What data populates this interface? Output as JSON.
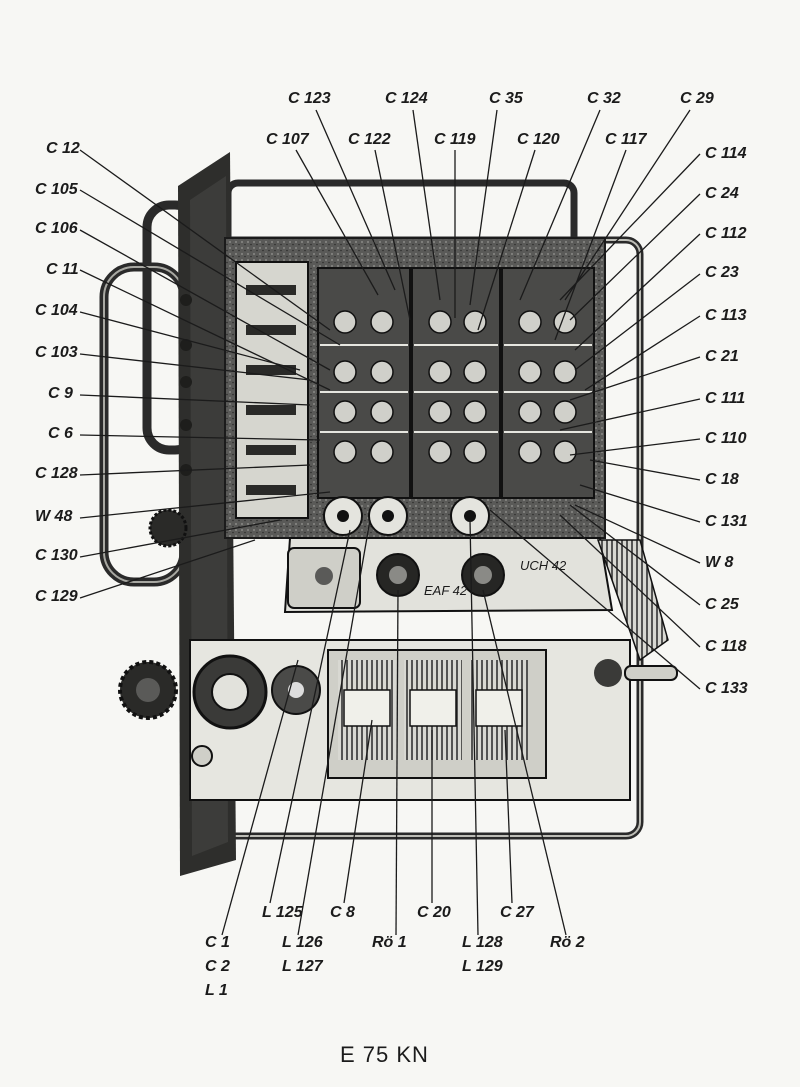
{
  "title": "E 75 KN",
  "tube_markings": [
    "EAF 42",
    "UCH 42"
  ],
  "top_labels": [
    "C 123",
    "C 124",
    "C 35",
    "C 32",
    "C 29",
    "C 107",
    "C 122",
    "C 119",
    "C 120",
    "C 117"
  ],
  "left_labels": [
    "C 12",
    "C 105",
    "C 106",
    "C 11",
    "C 104",
    "C 103",
    "C 9",
    "C 6",
    "C 128",
    "W 48",
    "C 130",
    "C 129"
  ],
  "right_labels": [
    "C 114",
    "C 24",
    "C 112",
    "C 23",
    "C 113",
    "C 21",
    "C 111",
    "C 110",
    "C 18",
    "C 131",
    "W 8",
    "C 25",
    "C 118",
    "C 133"
  ],
  "bottom_labels": [
    "L 125",
    "C 8",
    "C 20",
    "C 27",
    "C 1",
    "C 2",
    "L 1",
    "L 126",
    "L 127",
    "Rö 1",
    "L 128",
    "L 129",
    "Rö 2"
  ]
}
